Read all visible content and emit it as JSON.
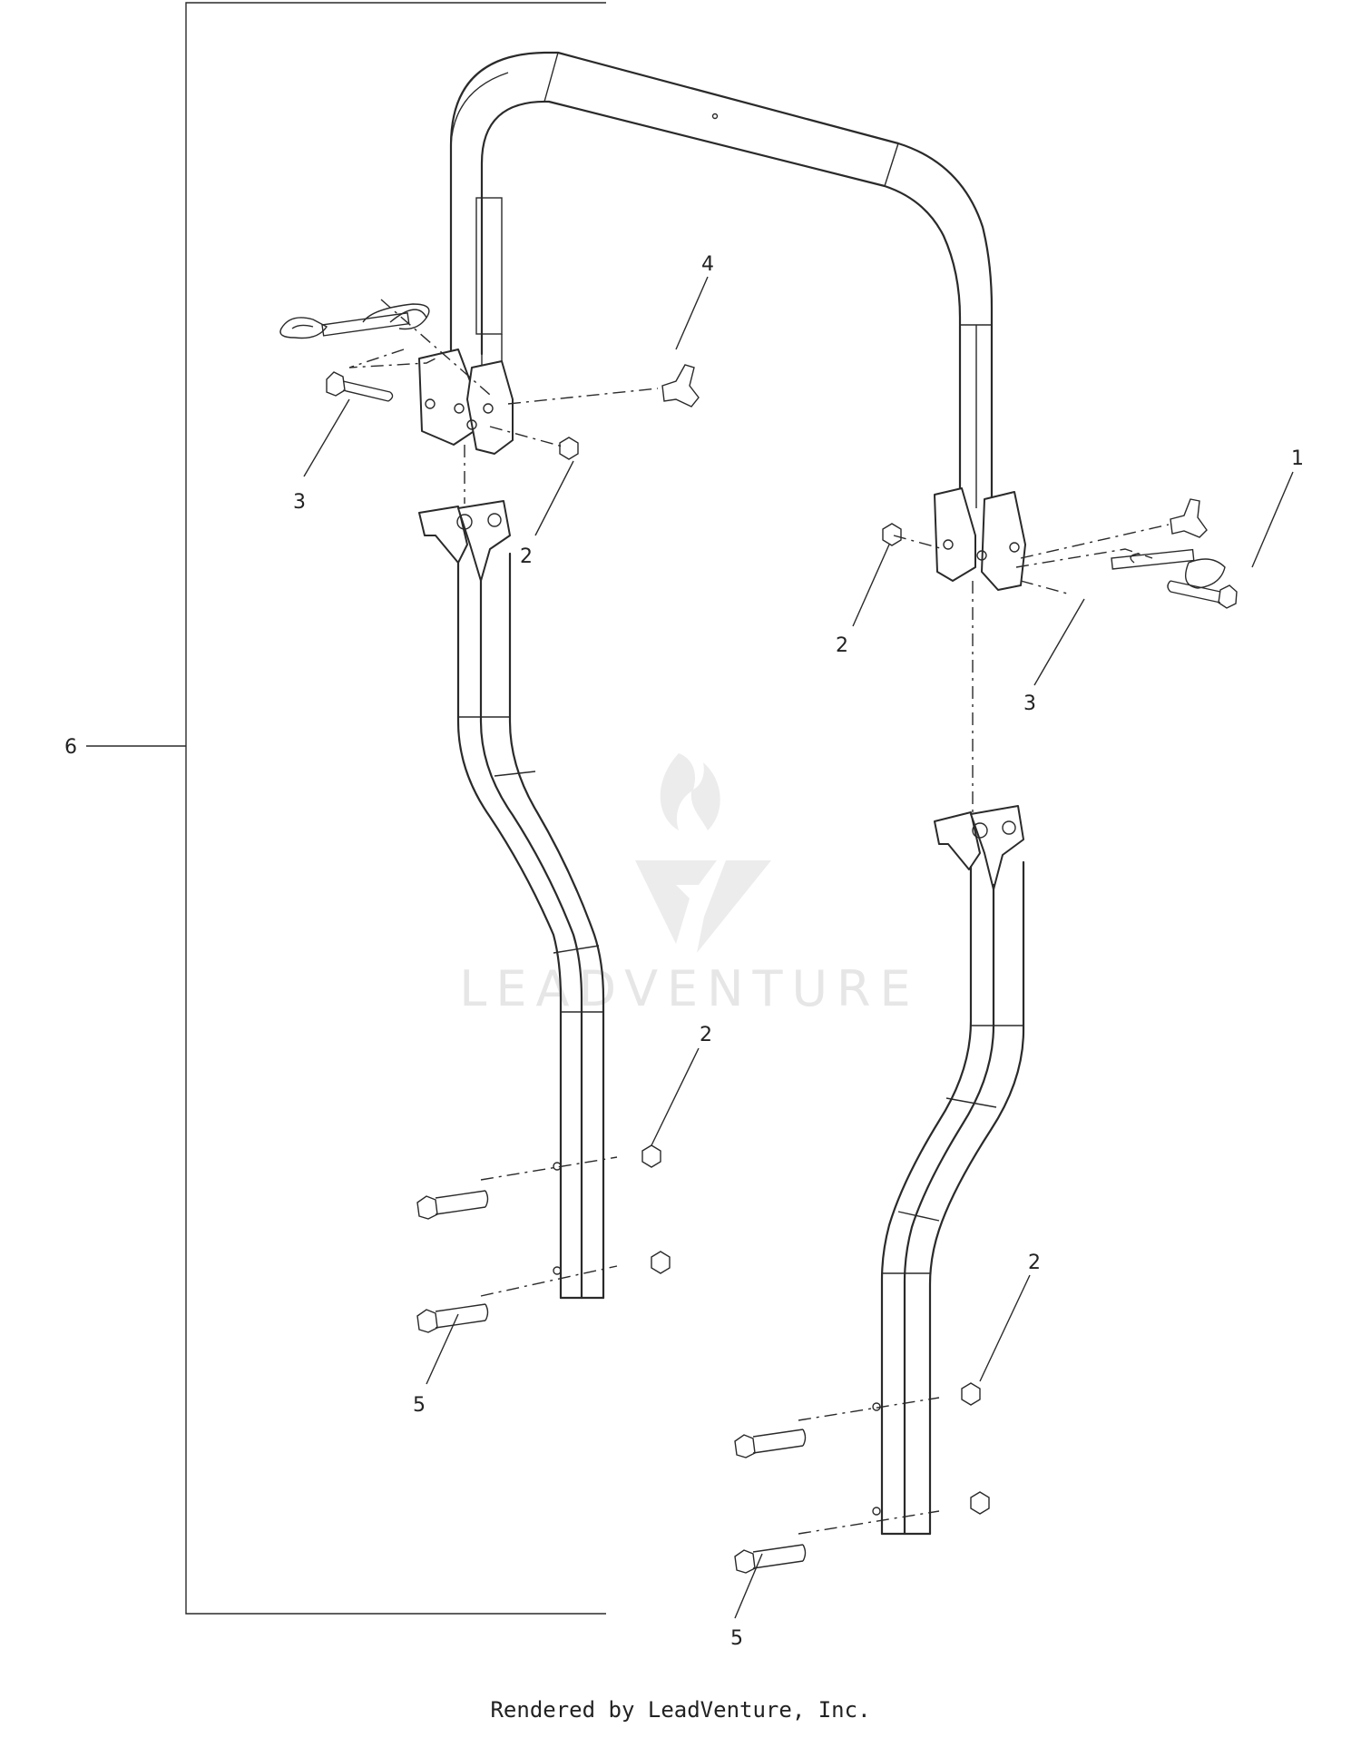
{
  "watermark": {
    "text": "LEADVENTURE",
    "color": "#e6e6e6"
  },
  "footer": "Rendered by LeadVenture, Inc.",
  "callouts": {
    "c1": "1",
    "c2a": "2",
    "c2b": "2",
    "c2c": "2",
    "c2d": "2",
    "c3a": "3",
    "c3b": "3",
    "c4": "4",
    "c5a": "5",
    "c5b": "5",
    "c6": "6"
  },
  "colors": {
    "line": "#2a2a2a",
    "background": "#ffffff"
  }
}
